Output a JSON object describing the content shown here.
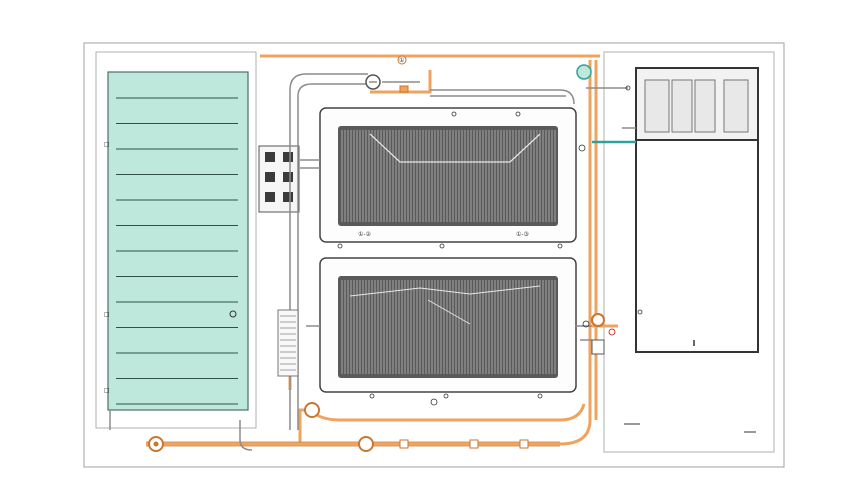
{
  "colors": {
    "background": "#ffffff",
    "frame": "#9a9a9a",
    "pipe_orange": "#f0a35e",
    "pipe_orange_dark": "#c9772f",
    "pipe_gray": "#8c8c8c",
    "solar_fill": "#bfe8dc",
    "solar_line": "#3a5a55",
    "tank_dark": "#5a5a5a",
    "teal": "#2aa39a",
    "panel_dark": "#333333"
  },
  "icons": {
    "pump": "circle-pump-icon",
    "valve": "valve-icon",
    "sensor": "sensor-icon",
    "gauge": "gauge-icon",
    "control_cabinet": "cabinet-icon"
  },
  "labels": {
    "top_tag": "①",
    "tank_upper_left": "①-②",
    "tank_upper_right": "①-③"
  }
}
